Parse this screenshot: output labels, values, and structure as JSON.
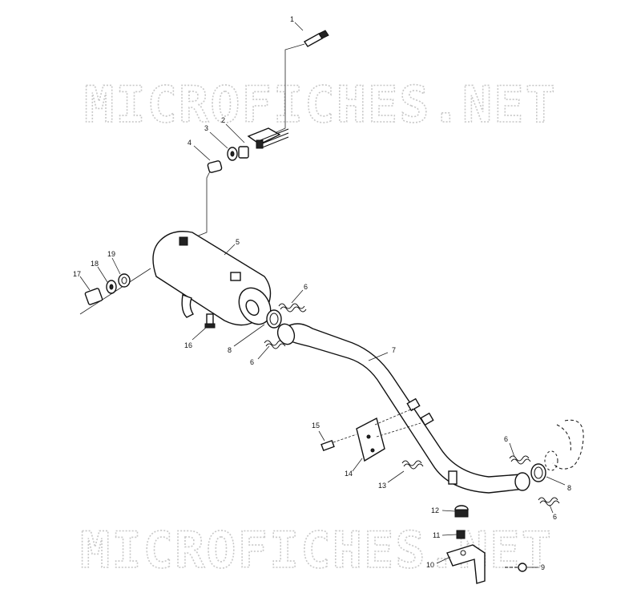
{
  "watermark": {
    "top": "MICROFICHES.NET",
    "bottom": "MICROFICHES.NET"
  },
  "callouts": {
    "c1": "1",
    "c2": "2",
    "c3": "3",
    "c4": "4",
    "c5": "5",
    "c6a": "6",
    "c6b": "6",
    "c6c": "6",
    "c6d": "6",
    "c7": "7",
    "c8a": "8",
    "c8b": "8",
    "c9": "9",
    "c10": "10",
    "c11": "11",
    "c12": "12",
    "c13": "13",
    "c14": "14",
    "c15": "15",
    "c16": "16",
    "c17": "17",
    "c18": "18",
    "c19": "19"
  }
}
